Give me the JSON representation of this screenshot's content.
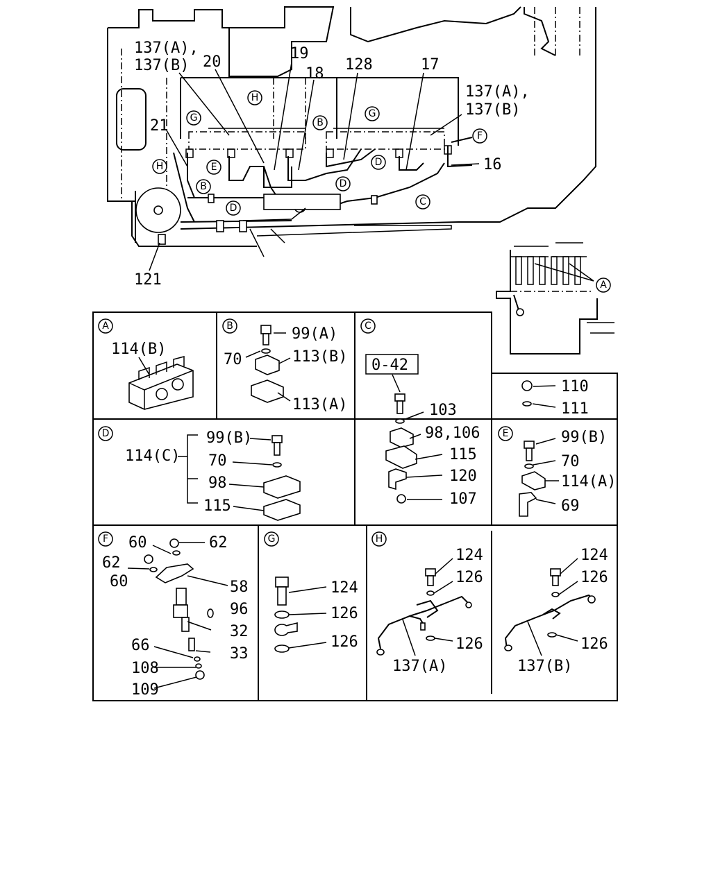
{
  "overview": {
    "labels": {
      "l137ab_left_1": "137(A),",
      "l137ab_left_2": "137(B)",
      "l20": "20",
      "l19": "19",
      "l18": "18",
      "l128": "128",
      "l17": "17",
      "l137ab_right_1": "137(A),",
      "l137ab_right_2": "137(B)",
      "l21": "21",
      "l16": "16",
      "l121": "121"
    },
    "callouts": [
      "H",
      "G",
      "G",
      "B",
      "E",
      "B",
      "D",
      "D",
      "D",
      "C",
      "F",
      "H",
      "A"
    ]
  },
  "panels": {
    "A": {
      "tag": "A",
      "part_114b": "114(B)"
    },
    "B": {
      "tag": "B",
      "p99a": "99(A)",
      "p70": "70",
      "p113b": "113(B)",
      "p113a": "113(A)"
    },
    "C": {
      "tag": "C",
      "ref": "0-42",
      "p103": "103",
      "p98_106": "98,106",
      "p115": "115",
      "p120": "120",
      "p107": "107"
    },
    "nut": {
      "p110": "110",
      "p111": "111"
    },
    "D": {
      "tag": "D",
      "p114c": "114(C)",
      "p99b": "99(B)",
      "p70": "70",
      "p98": "98",
      "p115": "115"
    },
    "E": {
      "tag": "E",
      "p99b": "99(B)",
      "p70": "70",
      "p114a": "114(A)",
      "p69": "69"
    },
    "F": {
      "tag": "F",
      "p60a": "60",
      "p62a": "62",
      "p62b": "62",
      "p60b": "60",
      "p58": "58",
      "p96": "96",
      "p32": "32",
      "p66": "66",
      "p33": "33",
      "p108": "108",
      "p109": "109"
    },
    "G": {
      "tag": "G",
      "p124": "124",
      "p126a": "126",
      "p126b": "126"
    },
    "H": {
      "tag": "H",
      "left": {
        "p124": "124",
        "p126a": "126",
        "p126b": "126",
        "p137a": "137(A)"
      },
      "right": {
        "p124": "124",
        "p126a": "126",
        "p126b": "126",
        "p137b": "137(B)"
      }
    }
  }
}
